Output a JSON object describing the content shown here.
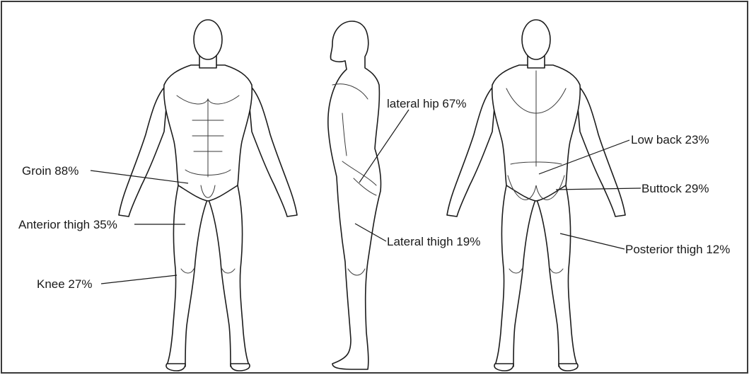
{
  "colors": {
    "line": "#1c1c1c",
    "background": "#ffffff",
    "border": "#3a3a3a"
  },
  "labels": {
    "groin": "Groin 88%",
    "anterior_thigh": "Anterior thigh 35%",
    "knee": "Knee 27%",
    "lateral_hip": "lateral hip 67%",
    "lateral_thigh": "Lateral thigh 19%",
    "low_back": "Low back 23%",
    "buttock": "Buttock 29%",
    "posterior_thigh": "Posterior thigh 12%"
  }
}
